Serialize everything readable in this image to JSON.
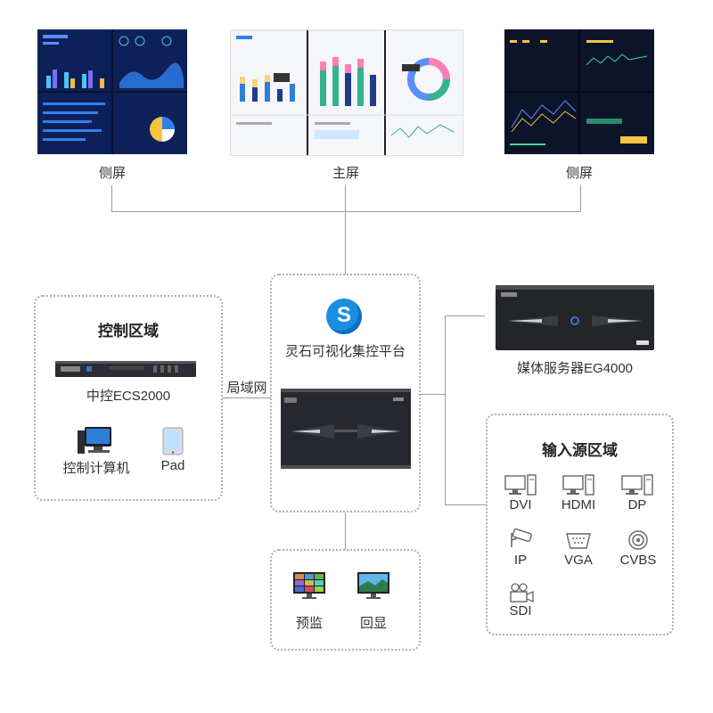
{
  "screens": {
    "left": {
      "label": "侧屏"
    },
    "main": {
      "label": "主屏"
    },
    "right": {
      "label": "侧屏"
    }
  },
  "control_zone": {
    "title": "控制区域",
    "device_label": "中控ECS2000",
    "computer_label": "控制计算机",
    "pad_label": "Pad"
  },
  "lan_label": "局域网",
  "platform": {
    "logo_letter": "S",
    "name": "灵石可视化集控平台"
  },
  "media_server": {
    "label": "媒体服务器EG4000"
  },
  "input_zone": {
    "title": "输入源区域",
    "sources": [
      {
        "label": "DVI",
        "icon": "pc-icon"
      },
      {
        "label": "HDMI",
        "icon": "pc-icon"
      },
      {
        "label": "DP",
        "icon": "pc-icon"
      },
      {
        "label": "IP",
        "icon": "ip-camera-icon"
      },
      {
        "label": "VGA",
        "icon": "vga-port-icon"
      },
      {
        "label": "CVBS",
        "icon": "cvbs-port-icon"
      },
      {
        "label": "SDI",
        "icon": "video-camera-icon"
      }
    ]
  },
  "monitor_zone": {
    "preview_label": "预监",
    "echo_label": "回显"
  },
  "colors": {
    "dashboard_dark": "#0d1b4a",
    "dashboard_accent": "#2f80ed",
    "logo_blue": "#1a8fe0"
  }
}
